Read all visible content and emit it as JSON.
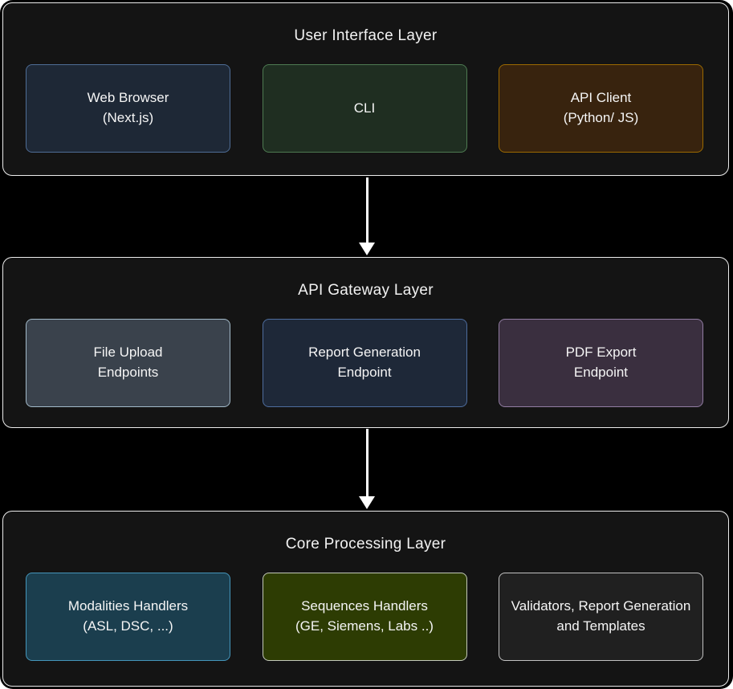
{
  "canvas": {
    "background": "#000000",
    "container_fill": "#141414",
    "container_border": "#ffffff",
    "arrow_color": "#ffffff",
    "text_color": "#f5f5f5"
  },
  "layers": [
    {
      "title": "User Interface Layer",
      "boxes": [
        {
          "name": "web-browser",
          "label": "Web Browser\n(Next.js)",
          "fill": "#1e2836",
          "border": "#4f6d96"
        },
        {
          "name": "cli",
          "label": "CLI",
          "fill": "#1f2e21",
          "border": "#4e7b52"
        },
        {
          "name": "api-client",
          "label": "API Client\n(Python/ JS)",
          "fill": "#38230e",
          "border": "#9c6a00"
        }
      ]
    },
    {
      "title": "API Gateway Layer",
      "boxes": [
        {
          "name": "file-upload-endpoints",
          "label": "File Upload\nEndpoints",
          "fill": "#3a424c",
          "border": "#a3bac9"
        },
        {
          "name": "report-generation-endpoint",
          "label": "Report Generation\nEndpoint",
          "fill": "#1e2838",
          "border": "#4e6d9e"
        },
        {
          "name": "pdf-export-endpoint",
          "label": "PDF Export\nEndpoint",
          "fill": "#3a2f3f",
          "border": "#927da3"
        }
      ]
    },
    {
      "title": "Core Processing Layer",
      "boxes": [
        {
          "name": "modalities-handlers",
          "label": "Modalities Handlers\n(ASL, DSC, ...)",
          "fill": "#1b3e4e",
          "border": "#4596bb"
        },
        {
          "name": "sequences-handlers",
          "label": "Sequences Handlers\n(GE, Siemens, Labs ..)",
          "fill": "#2d3c03",
          "border": "#c3c9b9"
        },
        {
          "name": "validators-report-templates",
          "label": "Validators, Report Generation\nand Templates",
          "fill": "#202020",
          "border": "#c2c2c2"
        }
      ]
    }
  ]
}
